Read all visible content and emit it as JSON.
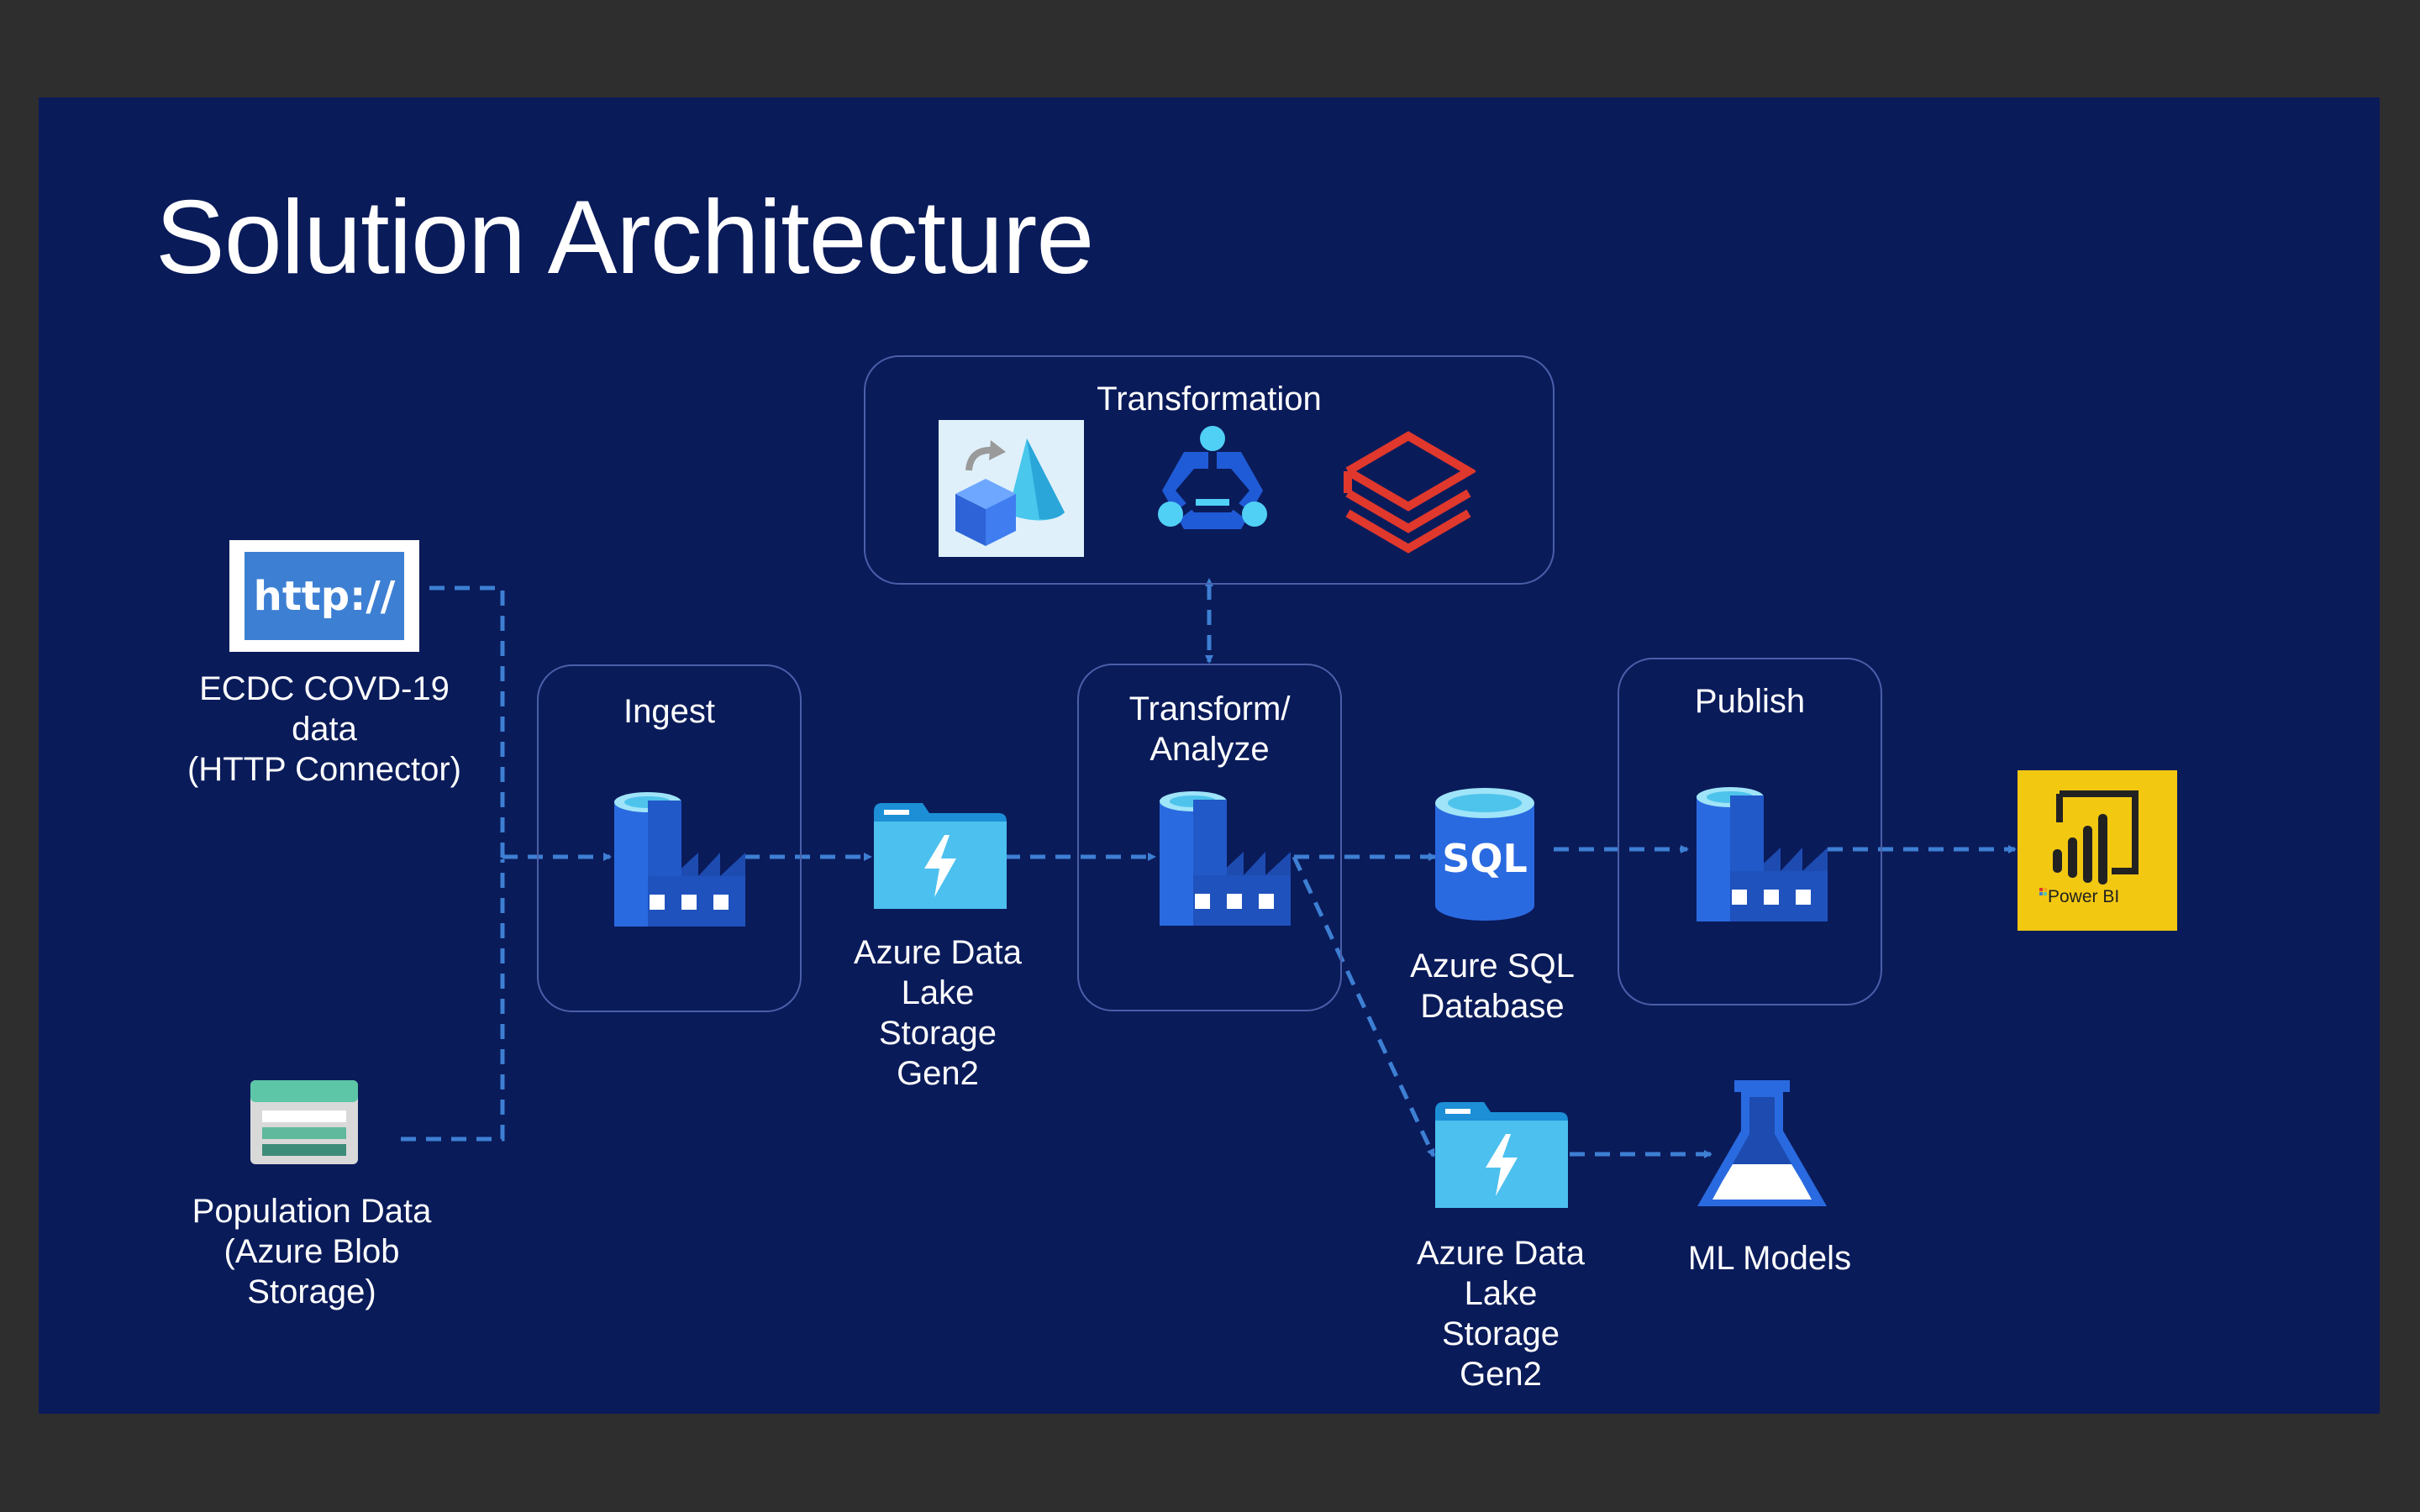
{
  "slide": {
    "title": "Solution Architecture"
  },
  "sources": {
    "http": {
      "badge_text": "http://",
      "label": "ECDC COVD-19\ndata\n(HTTP Connector)"
    },
    "blob": {
      "label": "Population Data\n(Azure Blob\nStorage)"
    }
  },
  "stages": {
    "transformation": {
      "label": "Transformation"
    },
    "ingest": {
      "label": "Ingest"
    },
    "transform_analyze": {
      "label": "Transform/\nAnalyze"
    },
    "publish": {
      "label": "Publish"
    }
  },
  "stores": {
    "adls_main": {
      "label": "Azure Data\nLake\nStorage\nGen2"
    },
    "sql": {
      "label": "Azure SQL\nDatabase",
      "icon_text": "SQL"
    },
    "adls_ml": {
      "label": "Azure Data\nLake\nStorage\nGen2"
    }
  },
  "sinks": {
    "powerbi": {
      "label": "Power BI"
    },
    "ml": {
      "label": "ML Models"
    }
  },
  "colors": {
    "background": "#0a1b5a",
    "frame": "#2e2e2e",
    "connector": "#3d7fd3",
    "box_border": "#4a5fa8",
    "powerbi_yellow": "#f2c811",
    "databricks_red": "#e0382c"
  },
  "icons": [
    "http-icon",
    "blob-storage-icon",
    "data-factory-icon",
    "data-lake-icon",
    "sql-database-icon",
    "power-bi-icon",
    "ml-flask-icon",
    "hdinsight-icon",
    "synapse-icon",
    "databricks-icon"
  ]
}
